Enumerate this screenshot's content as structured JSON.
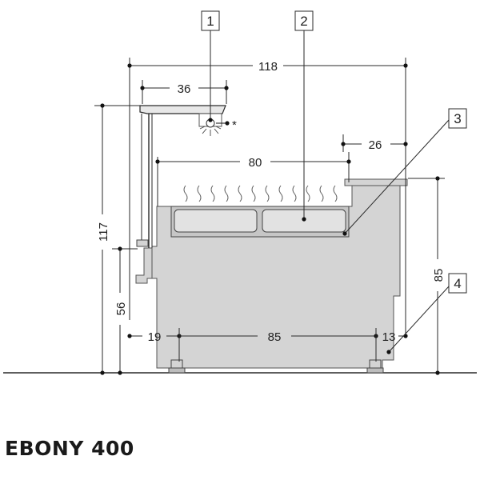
{
  "title": "EBONY 400",
  "dimensions": {
    "overall_width": "118",
    "canopy_depth": "36",
    "display_width": "80",
    "rear_offset": "26",
    "total_height": "117",
    "counter_height": "85",
    "front_shelf_height": "56",
    "front_leg_offset": "19",
    "leg_span": "85",
    "rear_leg_offset": "13"
  },
  "callouts": [
    "1",
    "2",
    "3",
    "4"
  ],
  "asterisk": "*",
  "colors": {
    "body_fill": "#d4d4d4",
    "line": "#2a2a2a",
    "text": "#222222",
    "background": "#ffffff"
  }
}
